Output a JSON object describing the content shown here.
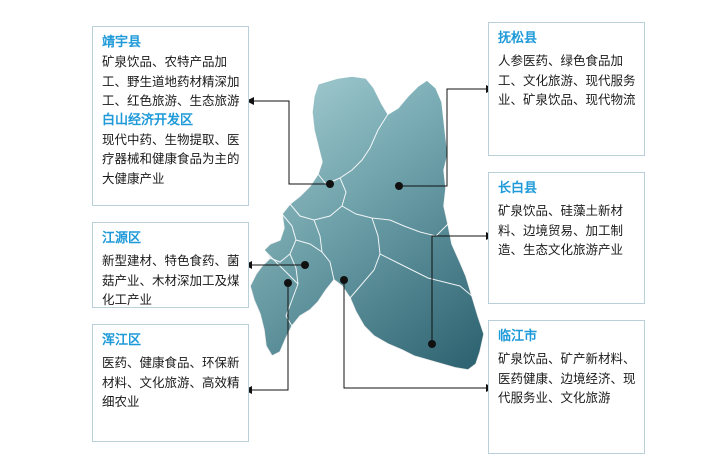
{
  "regions": {
    "jingyu": {
      "name": "靖宇县",
      "desc": "矿泉饮品、农特产品加工、野生道地药材精深加工、红色旅游、生态旅游"
    },
    "baishan_kaifaqu": {
      "name": "白山经济开发区",
      "desc": "现代中药、生物提取、医疗器械和健康食品为主的大健康产业"
    },
    "jiangyuan": {
      "name": "江源区",
      "desc": "新型建材、特色食药、菌菇产业、木材深加工及煤化工产业"
    },
    "hunjiang": {
      "name": "浑江区",
      "desc": "医药、健康食品、环保新材料、文化旅游、高效精细农业"
    },
    "fusong": {
      "name": "抚松县",
      "desc": "人参医药、绿色食品加工、文化旅游、现代服务业、矿泉饮品、现代物流"
    },
    "changbai": {
      "name": "长白县",
      "desc": "矿泉饮品、硅藻土新材料、边境贸易、加工制造、生态文化旅游产业"
    },
    "linjiang": {
      "name": "临江市",
      "desc": "矿泉饮品、矿产新材料、医药健康、边境经济、现代服务业、文化旅游"
    }
  },
  "colors": {
    "title": "#1f9ad8",
    "text": "#1a1a1a",
    "box_border": "#b9cfda",
    "connector": "#111111",
    "map_light": "#93c2c8",
    "map_dark": "#2e6b7a",
    "map_border": "#ffffff"
  }
}
